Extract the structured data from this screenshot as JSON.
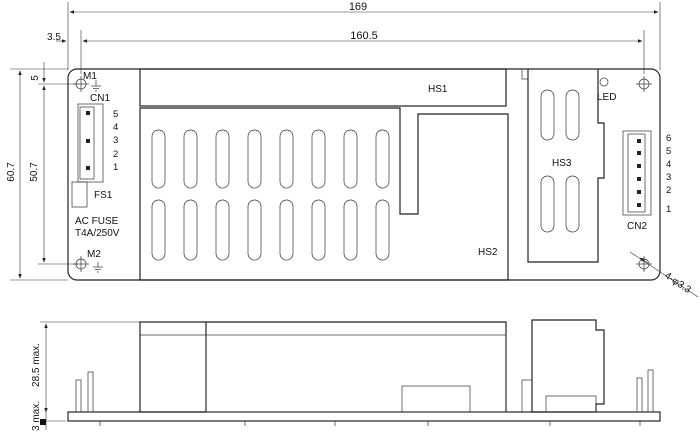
{
  "dimensions": {
    "overall_width": "169",
    "mount_spacing": "160.5",
    "edge_offset": "3.5",
    "top_offset": "5",
    "overall_height": "60.7",
    "mount_height": "50.7",
    "max_height": "28.5 max.",
    "pcb_clearance": "3 max.",
    "hole_spec": "4-φ3.3"
  },
  "labels": {
    "m1": "M1",
    "m2": "M2",
    "cn1": "CN1",
    "cn2": "CN2",
    "fs1": "FS1",
    "fuse_line1": "AC FUSE",
    "fuse_line2": "T4A/250V",
    "hs1": "HS1",
    "hs2": "HS2",
    "hs3": "HS3",
    "led": "LED"
  },
  "cn1_pins": [
    "5",
    "4",
    "3",
    "2",
    "1"
  ],
  "cn2_pins": [
    "6",
    "5",
    "4",
    "3",
    "2",
    "1"
  ]
}
